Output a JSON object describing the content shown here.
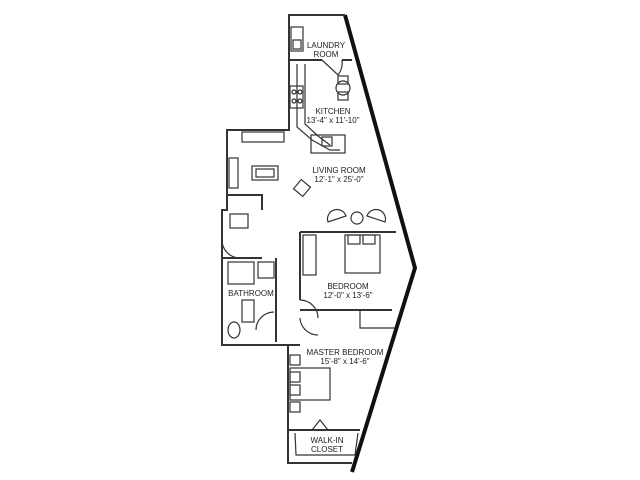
{
  "rooms": {
    "laundry": {
      "name_line1": "LAUNDRY",
      "name_line2": "ROOM"
    },
    "kitchen": {
      "name": "KITCHEN",
      "dims": "13'-4\" x 11'-10\""
    },
    "living": {
      "name": "LIVING ROOM",
      "dims": "12'-1\" x 25'-0\""
    },
    "bedroom": {
      "name": "BEDROOM",
      "dims": "12'-0\" x 13'-6\""
    },
    "bathroom": {
      "name": "BATHROOM"
    },
    "master": {
      "name": "MASTER BEDROOM",
      "dims": "15'-8\" x 14'-6\""
    },
    "closet": {
      "name_line1": "WALK-IN",
      "name_line2": "CLOSET"
    }
  },
  "colors": {
    "wall": "#111111",
    "line": "#333333",
    "background": "#ffffff"
  }
}
